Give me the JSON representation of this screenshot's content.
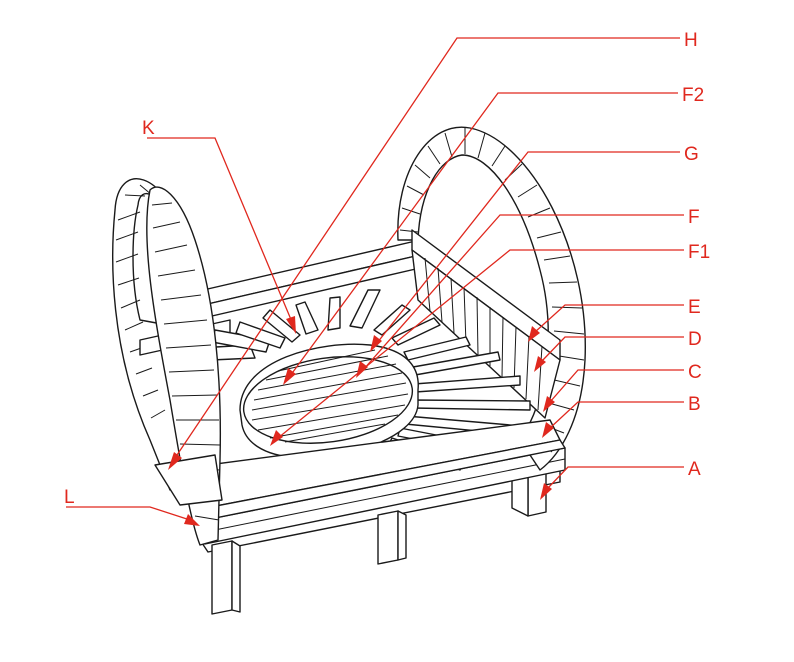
{
  "colors": {
    "callout": "#e0281e",
    "line": "#1a1a1a",
    "background": "#ffffff"
  },
  "callouts": [
    {
      "id": "H",
      "label": "H"
    },
    {
      "id": "F2",
      "label": "F2"
    },
    {
      "id": "G",
      "label": "G"
    },
    {
      "id": "K",
      "label": "K"
    },
    {
      "id": "F",
      "label": "F"
    },
    {
      "id": "F1",
      "label": "F1"
    },
    {
      "id": "E",
      "label": "E"
    },
    {
      "id": "D",
      "label": "D"
    },
    {
      "id": "C",
      "label": "C"
    },
    {
      "id": "B",
      "label": "B"
    },
    {
      "id": "A",
      "label": "A"
    },
    {
      "id": "L",
      "label": "L"
    }
  ]
}
